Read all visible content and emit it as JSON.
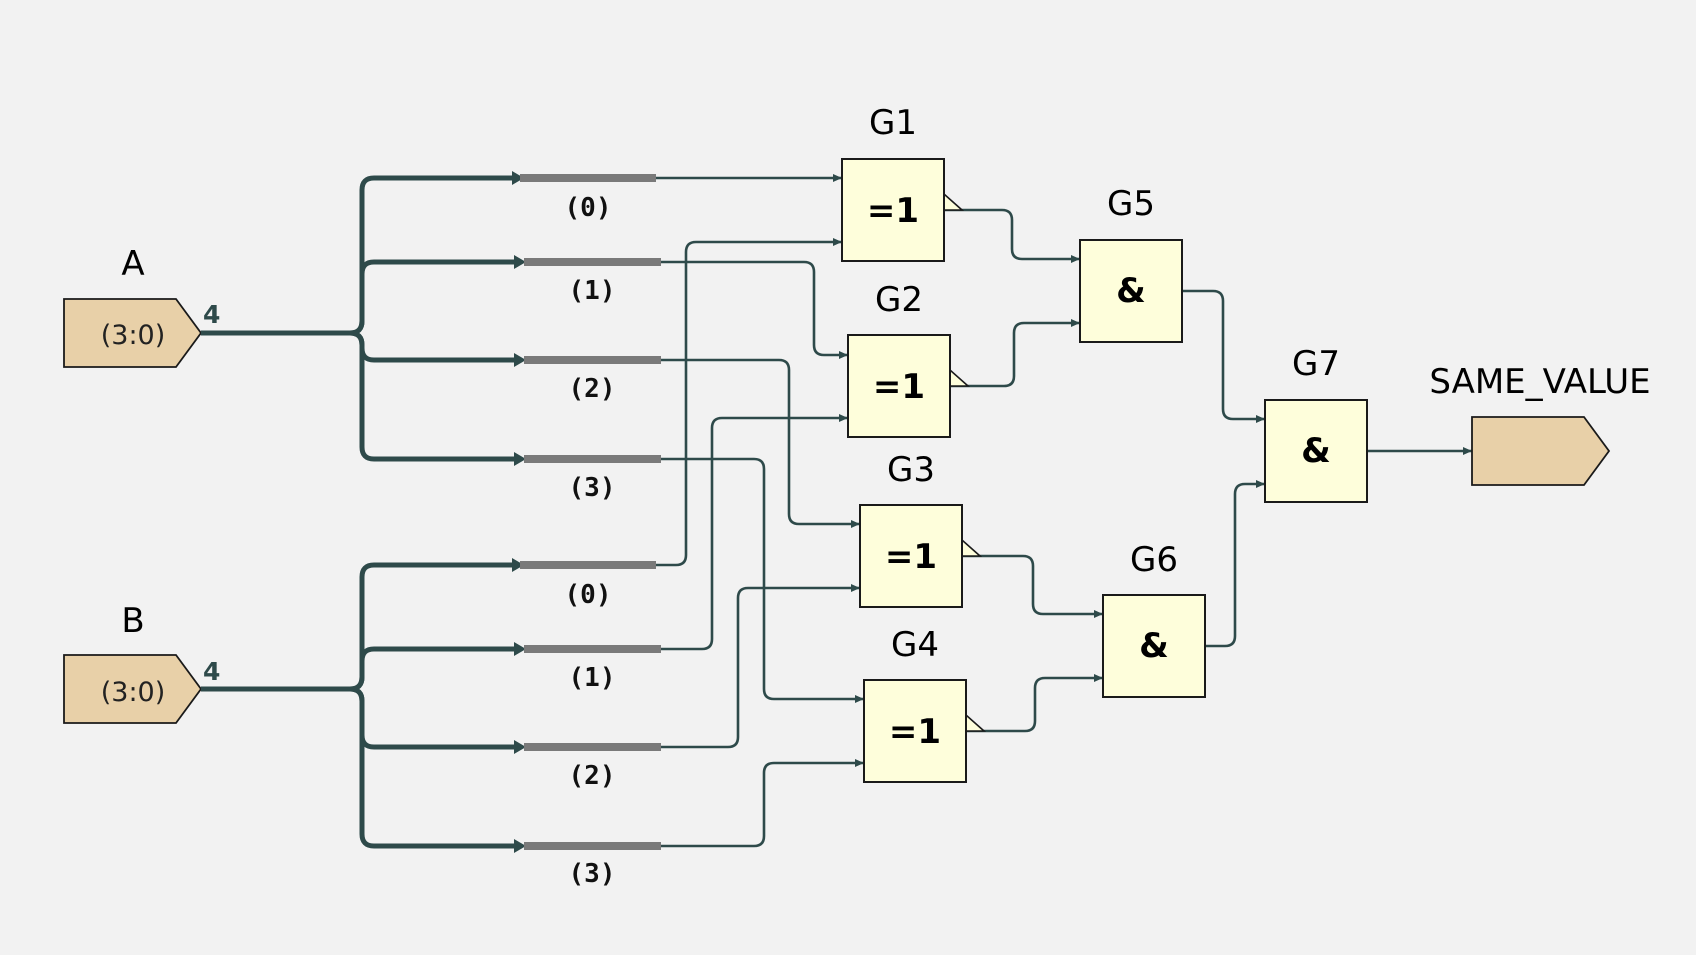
{
  "diagram": {
    "colors": {
      "background": "#f2f2f2",
      "wire": "#2e4a4a",
      "gate_fill": "#fefedb",
      "port_fill": "#e8d0a8",
      "bit_tap": "#7a7a7a"
    },
    "inputs": [
      {
        "name": "A",
        "range": "(3:0)",
        "width": "4"
      },
      {
        "name": "B",
        "range": "(3:0)",
        "width": "4"
      }
    ],
    "bit_labels": [
      "(0)",
      "(1)",
      "(2)",
      "(3)"
    ],
    "gates": [
      {
        "id": "G1",
        "op": "=1"
      },
      {
        "id": "G2",
        "op": "=1"
      },
      {
        "id": "G3",
        "op": "=1"
      },
      {
        "id": "G4",
        "op": "=1"
      },
      {
        "id": "G5",
        "op": "&"
      },
      {
        "id": "G6",
        "op": "&"
      },
      {
        "id": "G7",
        "op": "&"
      }
    ],
    "output": {
      "name": "SAME_VALUE"
    }
  }
}
